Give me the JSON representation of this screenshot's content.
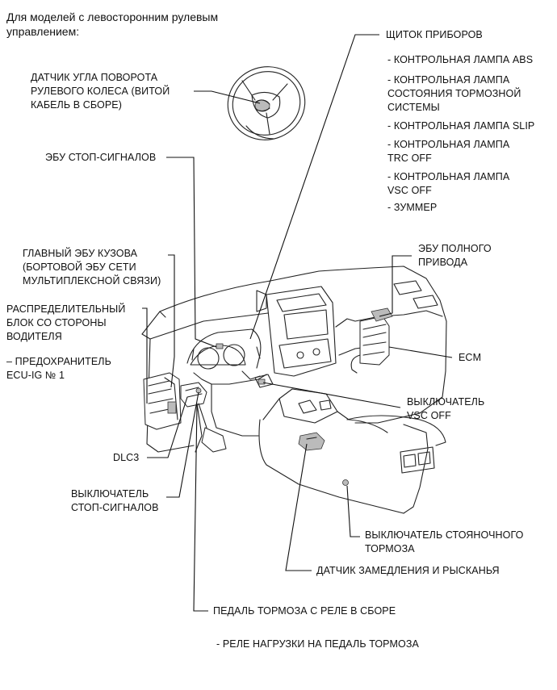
{
  "header": {
    "line1": "Для моделей с левосторонним рулевым",
    "line2": "управлением:"
  },
  "labels": {
    "steering_sensor": "ДАТЧИК УГЛА ПОВОРОТА\nРУЛЕВОГО КОЛЕСА (ВИТОЙ\nКАБЕЛЬ В СБОРЕ)",
    "stop_ecu": "ЭБУ СТОП-СИГНАЛОВ",
    "main_body_ecu": "ГЛАВНЫЙ ЭБУ КУЗОВА\n(БОРТОВОЙ ЭБУ СЕТИ\nМУЛЬТИПЛЕКСНОЙ СВЯЗИ)",
    "junction_block": "РАСПРЕДЕЛИТЕЛЬНЫЙ\nБЛОК СО СТОРОНЫ\nВОДИТЕЛЯ",
    "fuse": "– ПРЕДОХРАНИТЕЛЬ\nECU-IG № 1",
    "dlc3": "DLC3",
    "stop_switch": "ВЫКЛЮЧАТЕЛЬ\nСТОП-СИГНАЛОВ",
    "combination_meter": "ЩИТОК ПРИБОРОВ",
    "abs_lamp": "- КОНТРОЛЬНАЯ ЛАМПА ABS",
    "brake_lamp": "- КОНТРОЛЬНАЯ ЛАМПА\nСОСТОЯНИЯ ТОРМОЗНОЙ\nСИСТЕМЫ",
    "slip_lamp": "- КОНТРОЛЬНАЯ ЛАМПА SLIP",
    "trc_lamp": "- КОНТРОЛЬНАЯ ЛАМПА\nTRC OFF",
    "vsc_lamp": "- КОНТРОЛЬНАЯ ЛАМПА\nVSC OFF",
    "buzzer": "- ЗУММЕР",
    "awd_ecu": "ЭБУ ПОЛНОГО\nПРИВОДА",
    "ecm": "ECM",
    "vsc_switch": "ВЫКЛЮЧАТЕЛЬ\nVSC OFF",
    "parking_switch": "ВЫКЛЮЧАТЕЛЬ СТОЯНОЧНОГО\nТОРМОЗА",
    "yaw_sensor": "ДАТЧИК ЗАМЕДЛЕНИЯ И РЫСКАНЬЯ",
    "brake_pedal": "ПЕДАЛЬ ТОРМОЗА С РЕЛЕ В СБОРЕ",
    "pedal_relay": "- РЕЛЕ НАГРУЗКИ НА ПЕДАЛЬ ТОРМОЗА"
  }
}
